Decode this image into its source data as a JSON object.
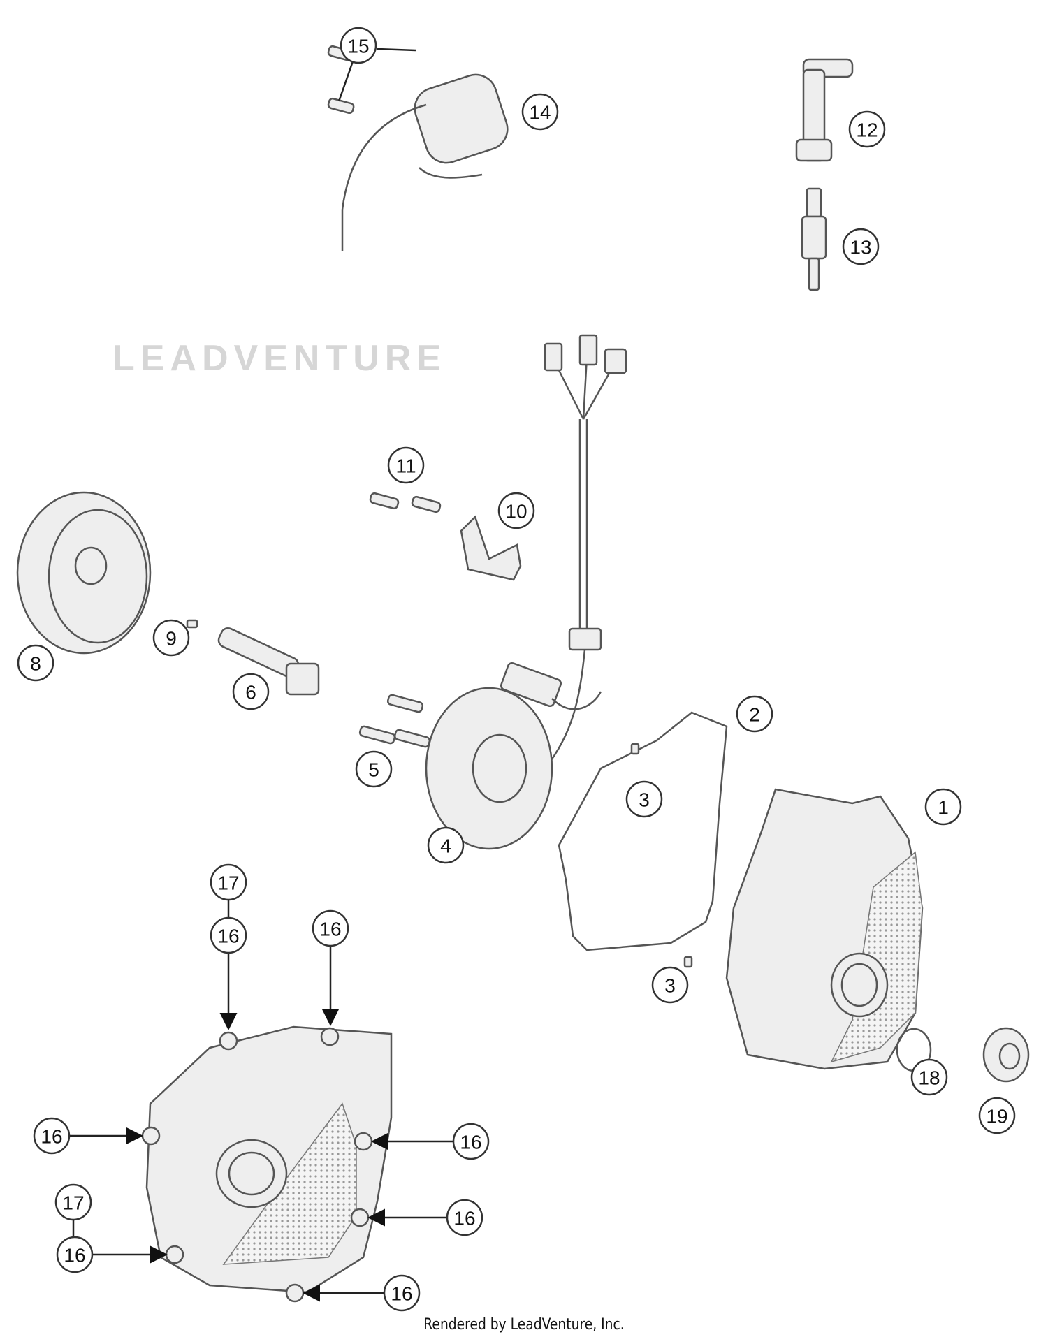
{
  "diagram": {
    "watermark": "LEADVENTURE",
    "footer": "Rendered by LeadVenture, Inc.",
    "callouts": [
      {
        "label": "15",
        "part": "screw"
      },
      {
        "label": "14",
        "part": "ignition-coil"
      },
      {
        "label": "12",
        "part": "spark-plug-connector"
      },
      {
        "label": "13",
        "part": "spark-plug"
      },
      {
        "label": "11",
        "part": "screw"
      },
      {
        "label": "10",
        "part": "cable-clamp"
      },
      {
        "label": "9",
        "part": "woodruff-key"
      },
      {
        "label": "8",
        "part": "rotor"
      },
      {
        "label": "6",
        "part": "rotor-bolt"
      },
      {
        "label": "2",
        "part": "gasket"
      },
      {
        "label": "5",
        "part": "screw"
      },
      {
        "label": "3",
        "part": "dowel"
      },
      {
        "label": "4",
        "part": "stator"
      },
      {
        "label": "1",
        "part": "ignition-cover"
      },
      {
        "label": "17",
        "part": "washer"
      },
      {
        "label": "16",
        "part": "cover-screw"
      },
      {
        "label": "16",
        "part": "cover-screw"
      },
      {
        "label": "3",
        "part": "dowel"
      },
      {
        "label": "18",
        "part": "o-ring"
      },
      {
        "label": "19",
        "part": "cover-plug"
      },
      {
        "label": "16",
        "part": "cover-screw"
      },
      {
        "label": "16",
        "part": "cover-screw"
      },
      {
        "label": "17",
        "part": "washer"
      },
      {
        "label": "16",
        "part": "cover-screw"
      },
      {
        "label": "16",
        "part": "cover-screw"
      },
      {
        "label": "16",
        "part": "cover-screw"
      }
    ]
  }
}
